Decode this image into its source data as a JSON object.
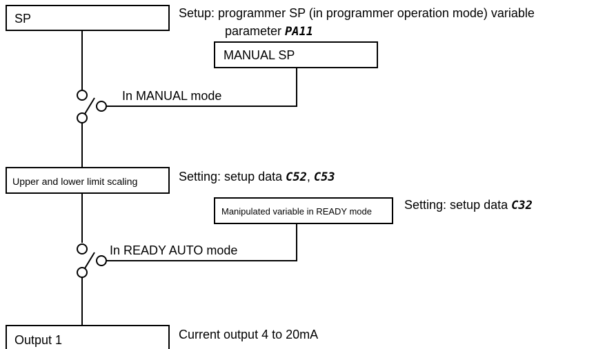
{
  "blocks": {
    "sp": {
      "label": "SP"
    },
    "manual_sp": {
      "label": "MANUAL SP"
    },
    "scaling": {
      "label": "Upper and lower limit scaling"
    },
    "ready_mv": {
      "label": "Manipulated variable in READY mode"
    },
    "output1": {
      "label": "Output 1"
    }
  },
  "switches": {
    "manual": {
      "label": "In MANUAL mode"
    },
    "ready_auto": {
      "label": "In READY AUTO mode"
    }
  },
  "notes": {
    "sp_note": {
      "line1": "Setup: programmer SP (in programmer operation mode) variable",
      "line2_prefix": "parameter ",
      "param": "PA11"
    },
    "scaling_note": {
      "prefix": "Setting: setup data ",
      "code1": "C52",
      "separator": ", ",
      "code2": "C53"
    },
    "ready_note": {
      "prefix": "Setting: setup data ",
      "code": "C32"
    },
    "output_note": {
      "text": "Current output 4 to 20mA"
    }
  }
}
